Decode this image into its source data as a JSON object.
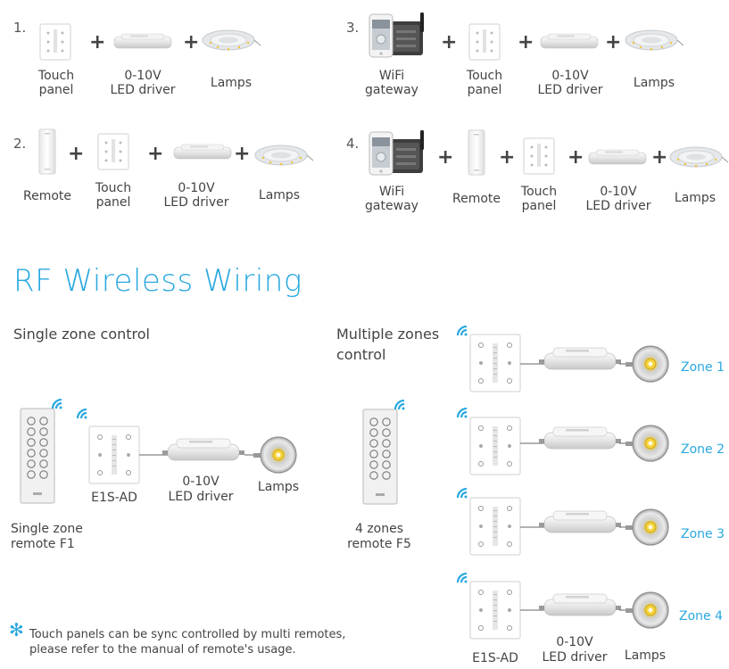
{
  "combo1": {
    "number": "1.",
    "items": [
      {
        "label": "Touch\npanel",
        "icon": "touch-panel-icon"
      },
      {
        "label": "0-10V\nLED driver",
        "icon": "led-driver-icon"
      },
      {
        "label": "Lamps",
        "icon": "led-strip-icon"
      }
    ]
  },
  "combo2": {
    "number": "2.",
    "items": [
      {
        "label": "Remote",
        "icon": "remote-icon"
      },
      {
        "label": "Touch\npanel",
        "icon": "touch-panel-icon"
      },
      {
        "label": "0-10V\nLED driver",
        "icon": "led-driver-icon"
      },
      {
        "label": "Lamps",
        "icon": "led-strip-icon"
      }
    ]
  },
  "combo3": {
    "number": "3.",
    "items": [
      {
        "label": "WiFi\ngateway",
        "icon": "wifi-gateway-icon"
      },
      {
        "label": "Touch\npanel",
        "icon": "touch-panel-icon"
      },
      {
        "label": "0-10V\nLED driver",
        "icon": "led-driver-icon"
      },
      {
        "label": "Lamps",
        "icon": "led-strip-icon"
      }
    ]
  },
  "combo4": {
    "number": "4.",
    "items": [
      {
        "label": "WiFi\ngateway",
        "icon": "wifi-gateway-icon"
      },
      {
        "label": "Remote",
        "icon": "remote-icon"
      },
      {
        "label": "Touch\npanel",
        "icon": "touch-panel-icon"
      },
      {
        "label": "0-10V\nLED driver",
        "icon": "led-driver-icon"
      },
      {
        "label": "Lamps",
        "icon": "led-strip-icon"
      }
    ]
  },
  "plus_symbol": "+",
  "section_title": "RF Wireless Wiring",
  "single": {
    "heading": "Single zone control",
    "remote_label": "Single zone\nremote F1",
    "panel_label": "E1S-AD",
    "driver_label": "0-10V\nLED driver",
    "lamp_label": "Lamps"
  },
  "multiple": {
    "heading": "Multiple zones\ncontrol",
    "remote_label": "4 zones\nremote F5",
    "zones": [
      "Zone 1",
      "Zone 2",
      "Zone 3",
      "Zone 4"
    ],
    "panel_label": "E1S-AD",
    "driver_label": "0-10V\nLED driver",
    "lamp_label": "Lamps"
  },
  "note": {
    "symbol": "✻",
    "text": "Touch panels can be sync controlled by multi remotes,\nplease refer to the manual of remote's usage."
  },
  "colors": {
    "accent": "#29a8df",
    "text": "#444444"
  }
}
